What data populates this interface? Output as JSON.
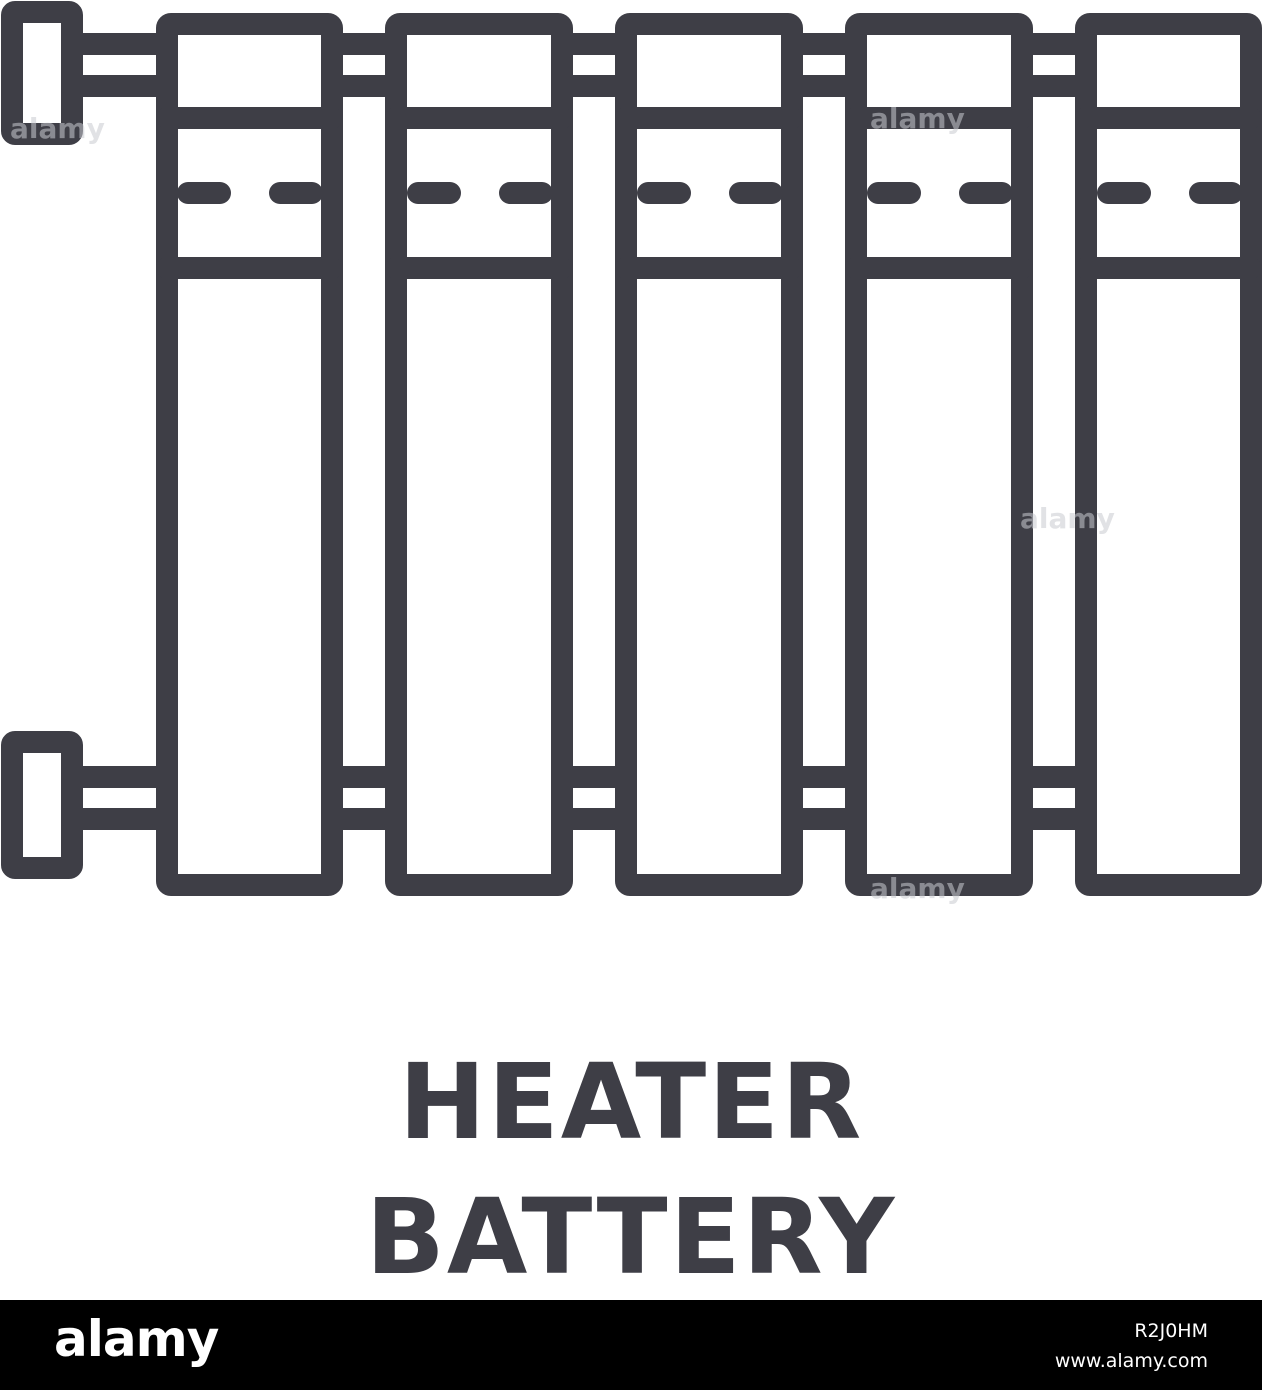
{
  "icon": {
    "name": "radiator-icon",
    "section_count": 5,
    "stroke_color": "#3e3e46"
  },
  "caption": {
    "line1": "HEATER",
    "line2": "BATTERY",
    "color": "#3e3e46"
  },
  "watermark": {
    "text": "alamy"
  },
  "footer": {
    "brand": "alamy",
    "image_id": "R2J0HM",
    "url": "www.alamy.com",
    "background": "#000000"
  }
}
